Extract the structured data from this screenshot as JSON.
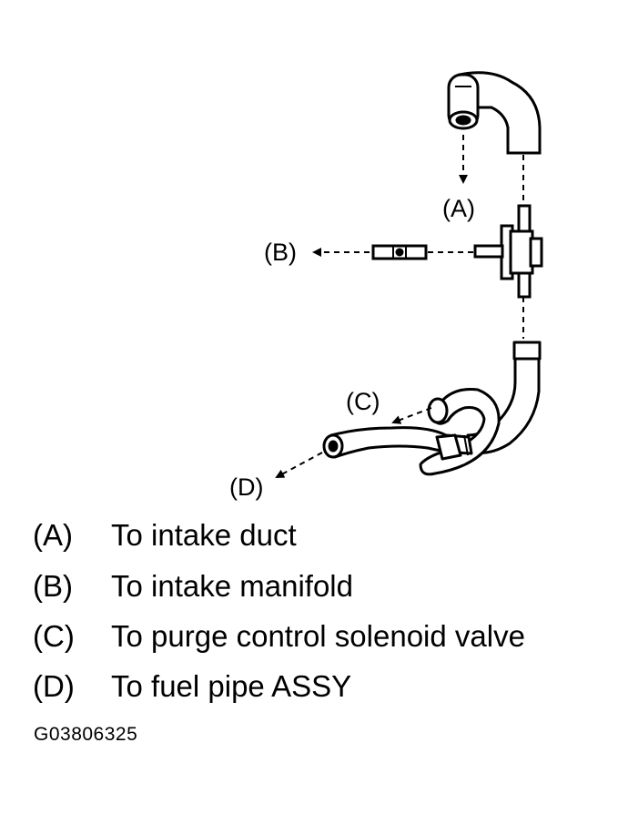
{
  "callouts": {
    "a": "(A)",
    "b": "(B)",
    "c": "(C)",
    "d": "(D)"
  },
  "legend": [
    {
      "key": "(A)",
      "text": "To intake duct"
    },
    {
      "key": "(B)",
      "text": "To intake manifold"
    },
    {
      "key": "(C)",
      "text": "To purge control solenoid valve"
    },
    {
      "key": "(D)",
      "text": "To fuel pipe ASSY"
    }
  ],
  "figure_code": "G03806325"
}
